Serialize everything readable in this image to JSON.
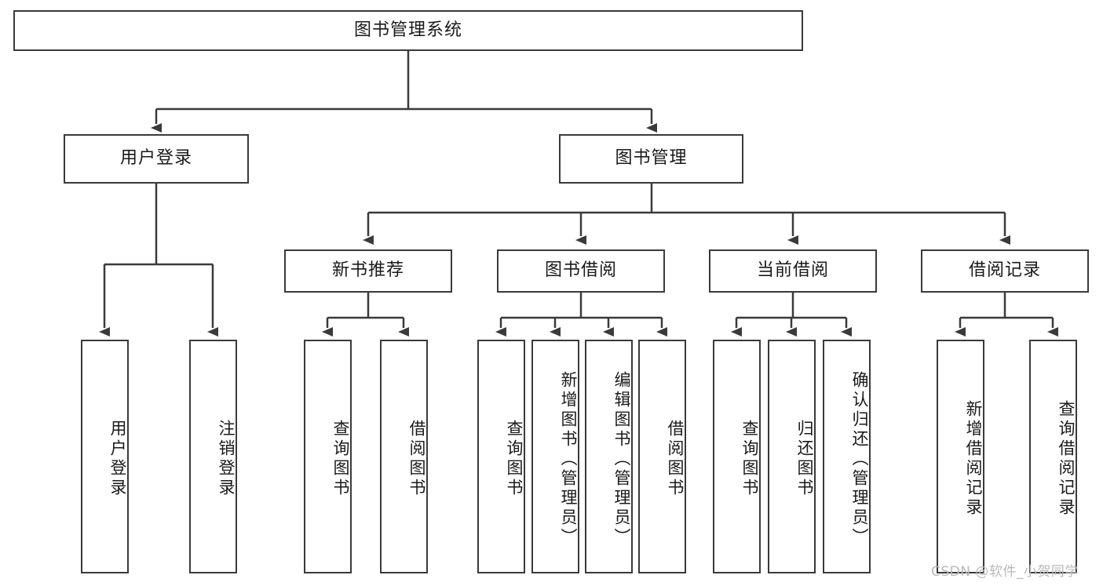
{
  "diagram": {
    "title": "图书管理系统",
    "watermark": "CSDN @软件_小贺同学",
    "colors": {
      "stroke": "#3a3a3a",
      "background": "#ffffff",
      "text": "#1a1a1a",
      "watermark": "#b9b9b9"
    },
    "root": {
      "label": "图书管理系统"
    },
    "level2": [
      {
        "label": "用户登录"
      },
      {
        "label": "图书管理"
      }
    ],
    "level3": [
      {
        "label": "新书推荐"
      },
      {
        "label": "图书借阅"
      },
      {
        "label": "当前借阅"
      },
      {
        "label": "借阅记录"
      }
    ],
    "leaves": {
      "user_login": [
        {
          "label": "用户登录"
        },
        {
          "label": "注销登录"
        }
      ],
      "new_book": [
        {
          "label": "查询图书"
        },
        {
          "label": "借阅图书"
        }
      ],
      "book_borrow": [
        {
          "label": "查询图书"
        },
        {
          "label": "新增图书（管理员）"
        },
        {
          "label": "编辑图书（管理员）"
        },
        {
          "label": "借阅图书"
        }
      ],
      "current_borrow": [
        {
          "label": "查询图书"
        },
        {
          "label": "归还图书"
        },
        {
          "label": "确认归还（管理员）"
        }
      ],
      "borrow_record": [
        {
          "label": "新增借阅记录"
        },
        {
          "label": "查询借阅记录"
        }
      ]
    }
  }
}
